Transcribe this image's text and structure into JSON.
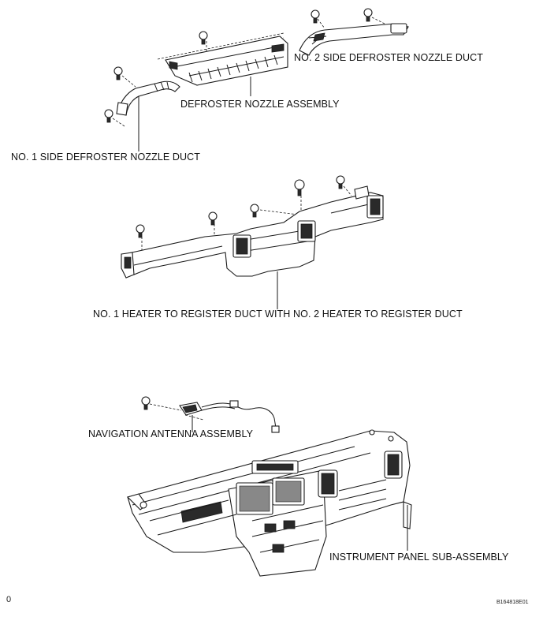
{
  "labels": {
    "no2_side_duct": "NO. 2 SIDE DEFROSTER NOZZLE DUCT",
    "defroster_nozzle": "DEFROSTER NOZZLE ASSEMBLY",
    "no1_side_duct": "NO. 1 SIDE DEFROSTER NOZZLE DUCT",
    "heater_register_duct": "NO. 1 HEATER TO REGISTER DUCT WITH NO. 2 HEATER TO REGISTER DUCT",
    "nav_antenna": "NAVIGATION ANTENNA ASSEMBLY",
    "instrument_panel": "INSTRUMENT PANEL SUB-ASSEMBLY"
  },
  "page_marker": "0",
  "figure_id": "B164818E01"
}
